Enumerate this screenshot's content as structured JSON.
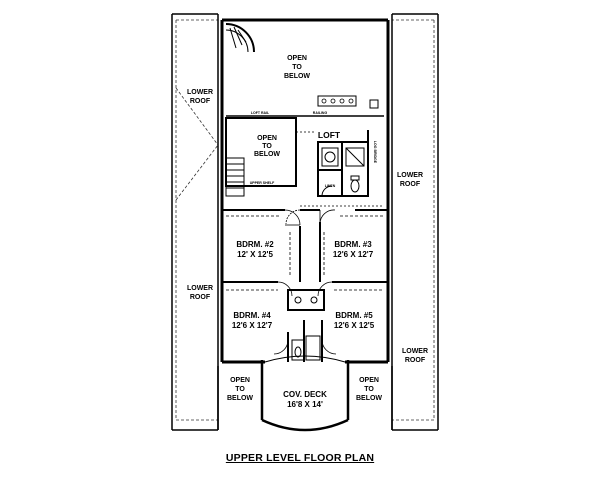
{
  "plan": {
    "title": "UPPER LEVEL FLOOR PLAN",
    "rooms": {
      "open_top": [
        "OPEN",
        "TO",
        "BELOW"
      ],
      "open_stair": [
        "OPEN",
        "TO",
        "BELOW"
      ],
      "loft": "LOFT",
      "bdrm2": {
        "name": "BDRM. #2",
        "size": "12' X 12'5"
      },
      "bdrm3": {
        "name": "BDRM. #3",
        "size": "12'6 X 12'7"
      },
      "bdrm4": {
        "name": "BDRM. #4",
        "size": "12'6 X 12'7"
      },
      "bdrm5": {
        "name": "BDRM. #5",
        "size": "12'6 X 12'5"
      },
      "cov_deck": {
        "name": "COV. DECK",
        "size": "16'8 X 14'"
      },
      "open_left": [
        "OPEN",
        "TO",
        "BELOW"
      ],
      "open_right": [
        "OPEN",
        "TO",
        "BELOW"
      ]
    },
    "roofs": {
      "left_top": [
        "LOWER",
        "ROOF"
      ],
      "left_bottom": [
        "LOWER",
        "ROOF"
      ],
      "right_top": [
        "LOWER",
        "ROOF"
      ],
      "right_bottom": [
        "LOWER",
        "ROOF"
      ]
    },
    "small_labels": {
      "railing": "RAILING",
      "rail_left": "LOFT RAIL",
      "linen": "LINEN",
      "log_bridge": "LOG BRIDGE",
      "stair_rail": "UPPER SHELF",
      "open_below_note": "OPEN BELOW"
    }
  }
}
